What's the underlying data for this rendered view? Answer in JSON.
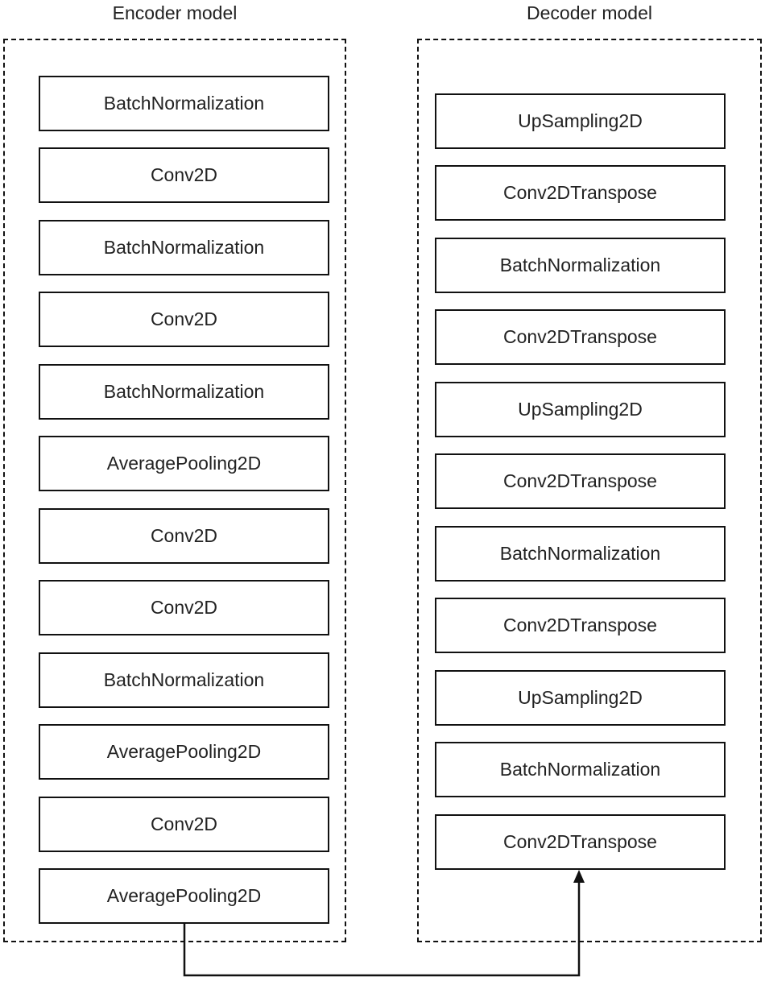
{
  "encoder": {
    "title": "Encoder model",
    "layers": [
      "BatchNormalization",
      "Conv2D",
      "BatchNormalization",
      "Conv2D",
      "BatchNormalization",
      "AveragePooling2D",
      "Conv2D",
      "Conv2D",
      "BatchNormalization",
      "AveragePooling2D",
      "Conv2D",
      "AveragePooling2D"
    ]
  },
  "decoder": {
    "title": "Decoder model",
    "layers": [
      "UpSampling2D",
      "Conv2DTranspose",
      "BatchNormalization",
      "Conv2DTranspose",
      "UpSampling2D",
      "Conv2DTranspose",
      "BatchNormalization",
      "Conv2DTranspose",
      "UpSampling2D",
      "BatchNormalization",
      "Conv2DTranspose"
    ]
  }
}
